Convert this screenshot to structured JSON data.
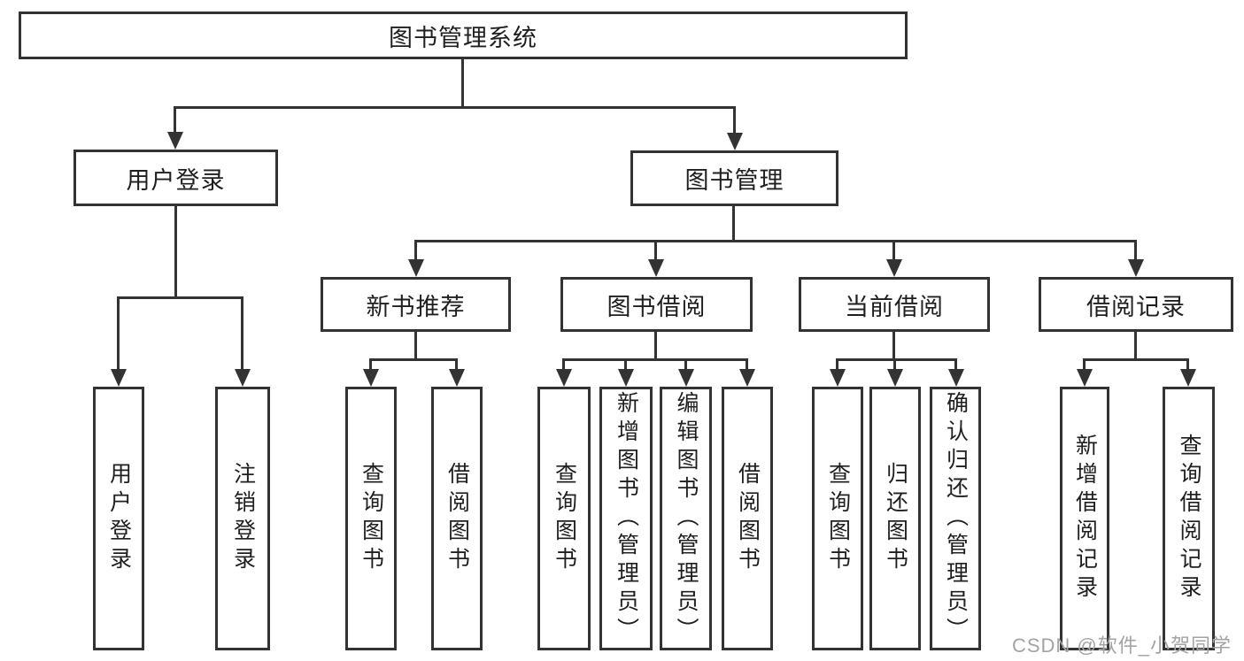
{
  "title": {
    "label": "图书管理系统"
  },
  "nodes": {
    "user_login": {
      "label": "用户登录",
      "children": [
        {
          "label": "用户登录"
        },
        {
          "label": "注销登录"
        }
      ]
    },
    "book_management": {
      "label": "图书管理",
      "children": [
        {
          "label": "新书推荐",
          "children": [
            {
              "label": "查询图书"
            },
            {
              "label": "借阅图书"
            }
          ]
        },
        {
          "label": "图书借阅",
          "children": [
            {
              "label": "查询图书"
            },
            {
              "label": "新增图书（管理员）"
            },
            {
              "label": "编辑图书（管理员）"
            },
            {
              "label": "借阅图书"
            }
          ]
        },
        {
          "label": "当前借阅",
          "children": [
            {
              "label": "查询图书"
            },
            {
              "label": "归还图书"
            },
            {
              "label": "确认归还（管理员）"
            }
          ]
        },
        {
          "label": "借阅记录",
          "children": [
            {
              "label": "新增借阅记录"
            },
            {
              "label": "查询借阅记录"
            }
          ]
        }
      ]
    }
  },
  "watermark": {
    "text": "CSDN @软件_小贺同学"
  },
  "colors": {
    "line": "#333333",
    "text": "#1f1f1f",
    "watermark": "#a3a3a3",
    "background": "#ffffff"
  }
}
